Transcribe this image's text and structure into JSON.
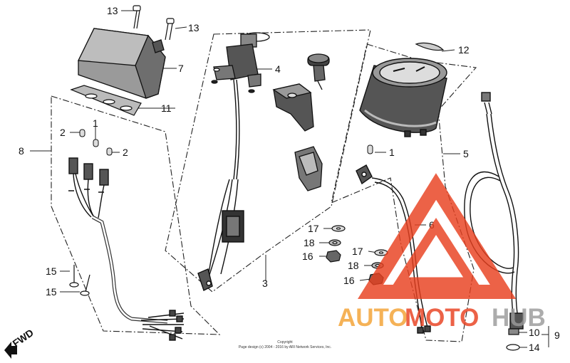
{
  "labels": {
    "p13a": "13",
    "p13b": "13",
    "p7": "7",
    "p11": "11",
    "p8": "8",
    "p2a": "2",
    "p1a": "1",
    "p2b": "2",
    "p15a": "15",
    "p15b": "15",
    "p4": "4",
    "p3": "3",
    "p12": "12",
    "p5": "5",
    "p1b": "1",
    "p6": "6",
    "p17a": "17",
    "p18a": "18",
    "p16a": "16",
    "p17b": "17",
    "p18b": "18",
    "p16b": "16",
    "p10": "10",
    "p9": "9",
    "p14": "14"
  },
  "fwd_label": "FWD",
  "copyright": {
    "line1": "Copyright",
    "line2": "Page design (c) 2004 - 2016 by ARI Network Services, Inc."
  },
  "watermark": {
    "part1": "AUTO",
    "part2": "MOTO",
    "part3": "HUB",
    "color_red": "#e8401f",
    "color_orange": "#f3a233",
    "color_gray": "#9b9b9b"
  }
}
